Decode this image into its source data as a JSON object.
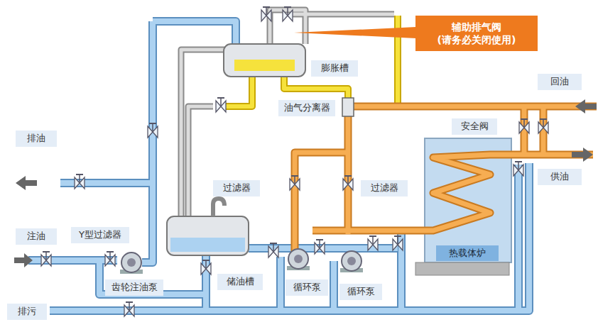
{
  "diagram": {
    "nodes": [
      {
        "text": [
          "辅助排气阀",
          "(请务必关闭使用)"
        ]
      },
      {
        "text": [
          "膨胀槽"
        ]
      },
      {
        "text": [
          "回油"
        ]
      },
      {
        "text": [
          "油气分离器"
        ]
      },
      {
        "text": [
          "安全阀"
        ]
      },
      {
        "text": [
          "排油"
        ]
      },
      {
        "text": [
          "供油"
        ]
      },
      {
        "text": [
          "过滤器"
        ]
      },
      {
        "text": [
          "过滤器"
        ]
      },
      {
        "text": [
          "注油"
        ]
      },
      {
        "text": [
          "Y型过滤器"
        ]
      },
      {
        "text": [
          "热载体炉"
        ]
      },
      {
        "text": [
          "齿轮注油泵"
        ]
      },
      {
        "text": [
          "储油槽"
        ]
      },
      {
        "text": [
          "循环泵"
        ]
      },
      {
        "text": [
          "循环泵"
        ]
      },
      {
        "text": [
          "排污"
        ]
      }
    ]
  }
}
